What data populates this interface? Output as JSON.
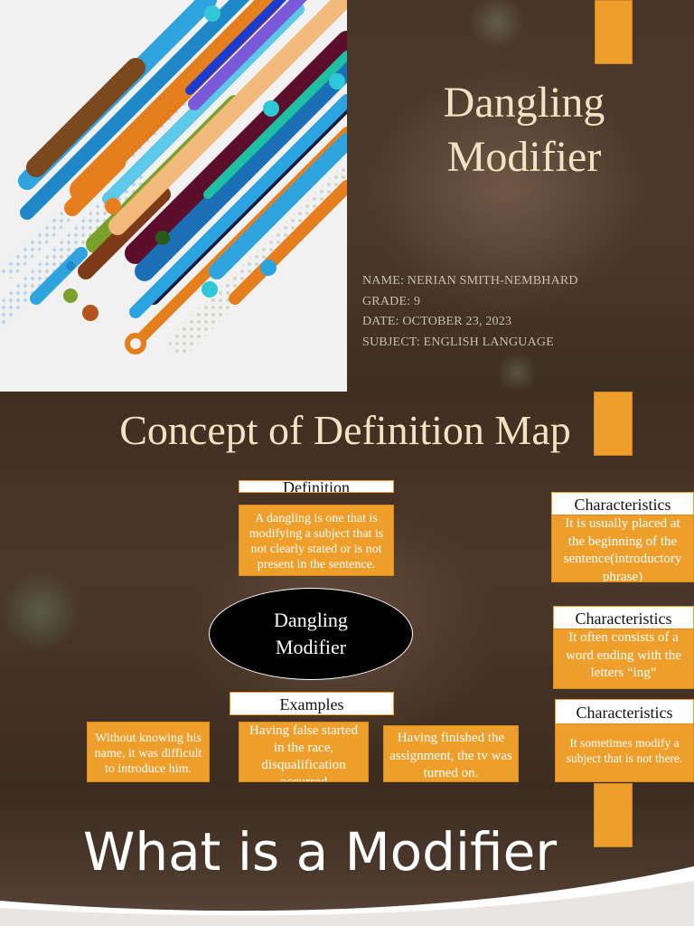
{
  "slide1": {
    "title_line1": "Dangling",
    "title_line2": "Modifier",
    "name": "NAME: NERIAN SMITH-NEMBHARD",
    "grade": "GRADE: 9",
    "date": "DATE: OCTOBER 23, 2023",
    "subject": "SUBJECT: ENGLISH LANGUAGE"
  },
  "slide2": {
    "title": "Concept of Definition Map",
    "definition_header": "Definition",
    "definition_text": "A dangling is one that is modifying a subject that is not clearly stated or is not present in the sentence.",
    "center_line1": "Dangling",
    "center_line2": "Modifier",
    "examples_header": "Examples",
    "examples": [
      "Without knowing his name, it was difficult to introduce him.",
      "Having false started in the race, disqualification occurred",
      "Having finished the assignment, the tv was turned on."
    ],
    "characteristics": [
      {
        "header": "Characteristics",
        "text": "It is usually placed at the beginning of the sentence(introductory phrase)"
      },
      {
        "header": "Characteristics",
        "text": "It often consists of a word ending with the letters “ing”"
      },
      {
        "header": "Characteristics",
        "text": "It sometimes modify a subject that is not there."
      }
    ]
  },
  "slide3": {
    "title": "What is a Modifier"
  },
  "colors": {
    "accent_orange": "#ee9f2b",
    "title_cream": "#f4e3c3",
    "background_brown": "#4a3628"
  }
}
